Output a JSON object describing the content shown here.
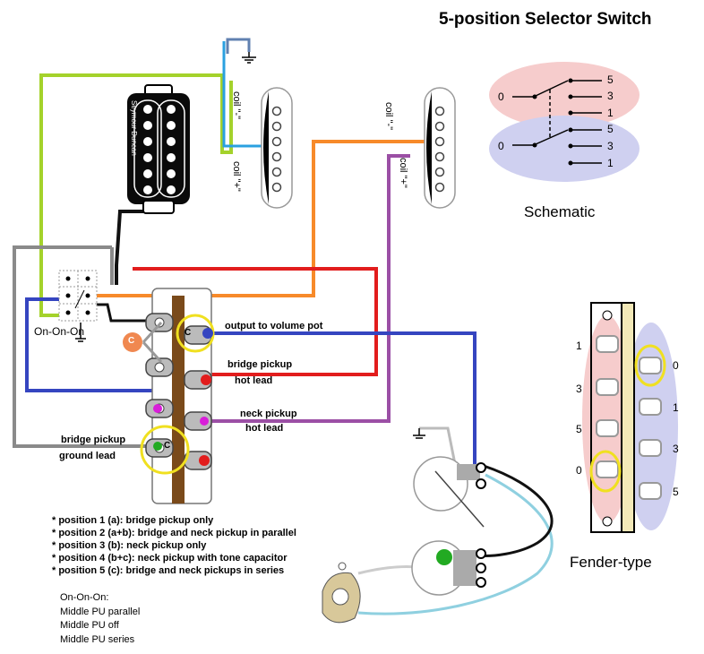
{
  "title": "5-position Selector Switch",
  "schematic": {
    "label": "Schematic",
    "common_label": "0",
    "positions": [
      "5",
      "3",
      "1"
    ]
  },
  "fender": {
    "label": "Fender-type",
    "left_numbers": [
      "1",
      "3",
      "5",
      "0"
    ],
    "right_numbers": [
      "0",
      "1",
      "3",
      "5"
    ]
  },
  "on_on_on_label": "On-On-On",
  "pickups": {
    "humbucker_brand": "Seymour Duncan",
    "coil1_label": "coil \"-\"",
    "coil2_label": "coil \"+\"",
    "coil3_label": "coil \"-\"",
    "coil4_label": "coil \"+\""
  },
  "switch_labels": {
    "c_orange": "C",
    "c_yellow": "C",
    "c_green": "C",
    "output": "output to volume pot",
    "bridge_hot_1": "bridge pickup",
    "bridge_hot_2": "hot lead",
    "neck_hot_1": "neck pickup",
    "neck_hot_2": "hot lead",
    "bridge_ground_1": "bridge pickup",
    "bridge_ground_2": "ground lead"
  },
  "notes": [
    "* position 1 (a): bridge pickup only",
    "* position 2 (a+b): bridge and neck pickup in parallel",
    "* position 3 (b): neck pickup only",
    "* position 4 (b+c): neck pickup with tone capacitor",
    "* position 5 (c): bridge and neck pickups in series"
  ],
  "middle_pu": {
    "heading": "On-On-On:",
    "lines": [
      "Middle PU parallel",
      "Middle PU off",
      "Middle PU series"
    ]
  },
  "colors": {
    "lime": "#a4d22b",
    "orange": "#f78a2a",
    "red": "#e21d1d",
    "blue": "#3545c0",
    "purple": "#9b4fa5",
    "gray": "#8a8a8a",
    "magenta": "#d91ed9",
    "lightblue": "#8fd0e0",
    "pink": "#f6cccc",
    "lavender": "#cfd0f0",
    "brown": "#7a4a1a",
    "yellow": "#f0e020",
    "cap_orange": "#f08850",
    "cap_green": "#22aa22"
  }
}
